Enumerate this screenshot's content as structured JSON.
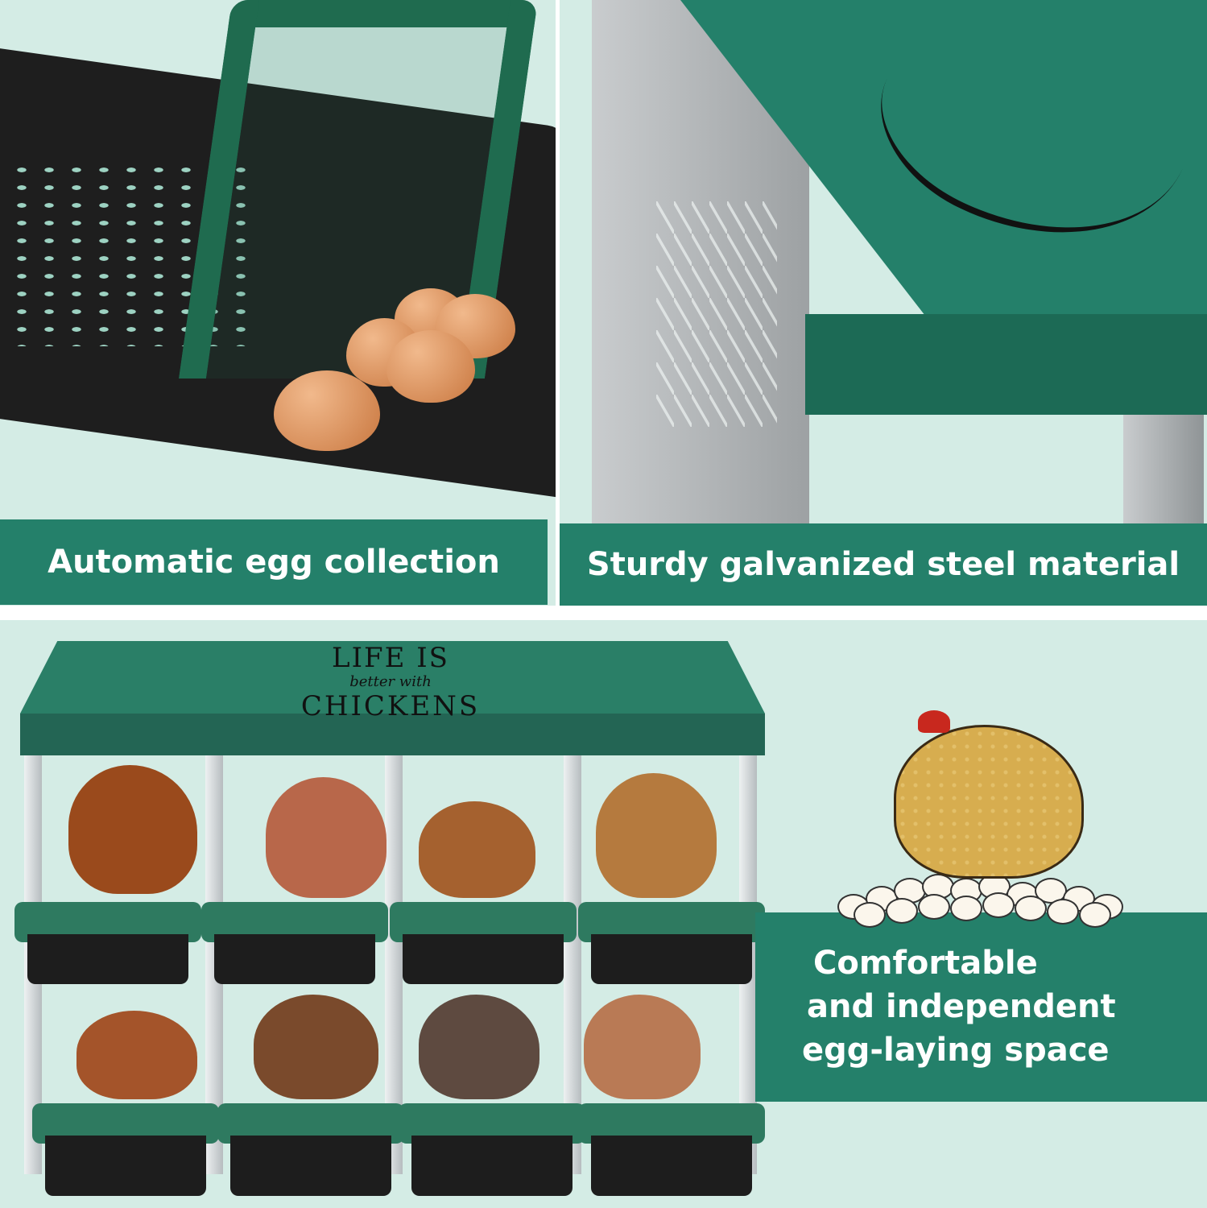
{
  "panels": {
    "top_left": {
      "caption": "Automatic egg collection"
    },
    "top_right": {
      "caption": "Sturdy galvanized steel material"
    },
    "bottom": {
      "roof_sign": {
        "line1": "LIFE IS",
        "line2": "better with",
        "line3": "CHICKENS"
      },
      "caption_lines": [
        "Comfortable",
        "and independent",
        "egg-laying space"
      ]
    }
  },
  "colors": {
    "brand_green": "#24806a",
    "background": "#d4ece5",
    "tray_black": "#1e1e1e"
  }
}
